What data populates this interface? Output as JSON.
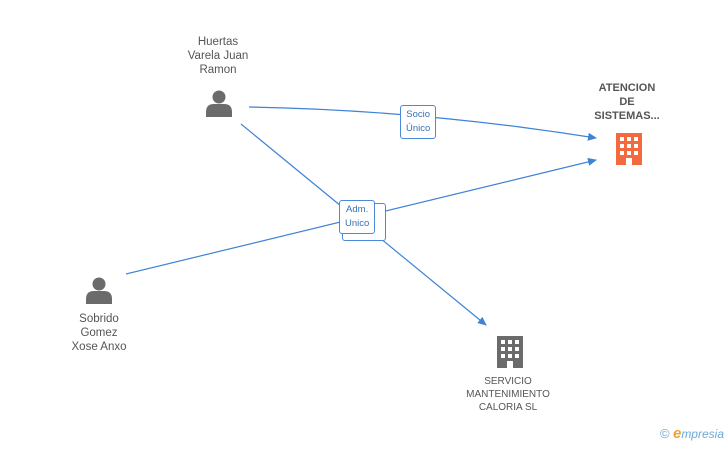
{
  "nodes": {
    "person_huertas": {
      "lines": [
        "Huertas",
        "Varela Juan",
        "Ramon"
      ],
      "icon": "person-icon"
    },
    "person_sobrido": {
      "lines": [
        "Sobrido",
        "Gomez",
        "Xose Anxo"
      ],
      "icon": "person-icon"
    },
    "company_atencion": {
      "lines": [
        "ATENCION",
        "DE",
        "SISTEMAS..."
      ],
      "icon": "building-icon",
      "color": "#f26a3d"
    },
    "company_servicio": {
      "lines": [
        "SERVICIO",
        "MANTENIMIENTO",
        "CALORIA SL"
      ],
      "icon": "building-icon",
      "color": "#6b6b6b"
    }
  },
  "edge_labels": {
    "socio": [
      "Socio",
      "Único"
    ],
    "adm": [
      "Adm.",
      "Unico"
    ]
  },
  "colors": {
    "edge": "#3f82d6",
    "person": "#6b6b6b"
  },
  "footer": {
    "copyright": "©",
    "brand_e": "e",
    "brand_rest": "mpresia"
  }
}
